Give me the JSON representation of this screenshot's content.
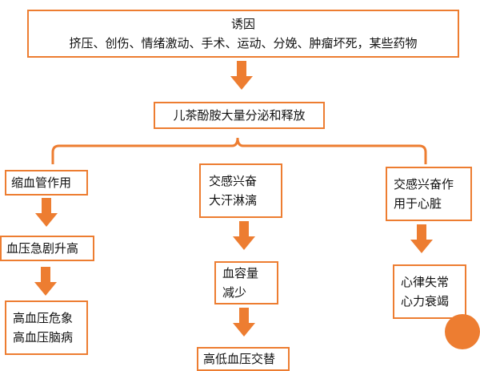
{
  "boxes": {
    "cause": {
      "title": "诱因",
      "detail": "挤压、创伤、情绪激动、手术、运动、分娩、肿瘤坏死，某些药物"
    },
    "release": {
      "text": "儿茶酚胺大量分泌和释放"
    },
    "left": {
      "step1": "缩血管作用",
      "step2": "血压急剧升高",
      "step3": [
        "高血压危象",
        "高血压脑病"
      ]
    },
    "middle": {
      "step1": [
        "交感兴奋",
        "大汗淋漓"
      ],
      "step2": [
        "血容量",
        "减少"
      ],
      "step3": "高低血压交替"
    },
    "right": {
      "step1": [
        "交感兴奋作",
        "用于心脏"
      ],
      "step2": [
        "心律失常",
        "心力衰竭"
      ]
    }
  },
  "colors": {
    "accent": "#ED7D31",
    "arrow": "#ED7D31"
  }
}
